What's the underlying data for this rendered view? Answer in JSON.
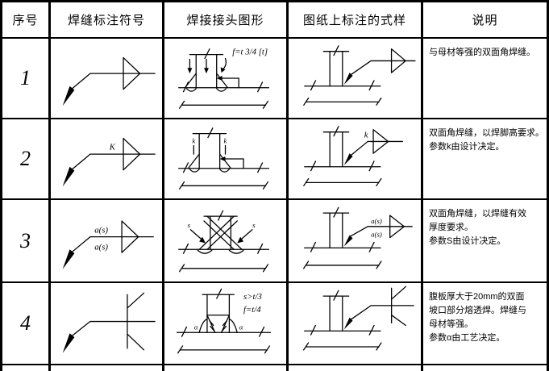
{
  "colors": {
    "line": "#000000",
    "background": "#ffffff"
  },
  "table": {
    "headers": [
      "序号",
      "焊缝标注符号",
      "焊接接头图形",
      "图纸上标注的式样",
      "说明"
    ],
    "rows": [
      {
        "num": "1",
        "joint_note": "f=t 3/4  [t]",
        "desc_lines": [
          "与母材等强的双面角焊缝。"
        ]
      },
      {
        "num": "2",
        "symbol_label": "K",
        "joint_label_left": "k",
        "joint_label_right": "k",
        "drawing_label": "k",
        "desc_lines": [
          "双面角焊缝，以焊脚高要求。",
          "参数k由设计决定。"
        ]
      },
      {
        "num": "3",
        "symbol_label_top": "a(s)",
        "symbol_label_bottom": "a(s)",
        "joint_label_left": "s",
        "joint_label_right": "s",
        "drawing_label_top": "a(s)",
        "drawing_label_bottom": "a(s)",
        "desc_lines": [
          "双面角焊缝，以焊缝有效",
          "厚度要求。",
          "参数S由设计决定。"
        ]
      },
      {
        "num": "4",
        "joint_note_1": "s>t/3",
        "joint_note_2": "f=t/4",
        "joint_label_left": "α",
        "joint_label_right": "α",
        "desc_lines": [
          "腹板厚大于20mm的双面",
          "坡口部分熔透焊。焊缝与",
          "母材等强。",
          "参数α由工艺决定。"
        ]
      }
    ]
  }
}
